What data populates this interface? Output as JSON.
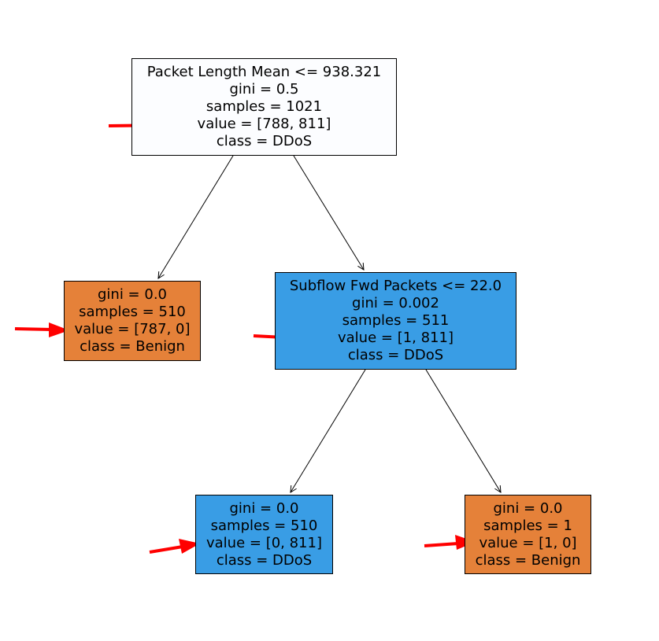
{
  "colors": {
    "root_fill": "#fcfdff",
    "benign_fill": "#e58139",
    "ddos_fill": "#399de5",
    "edge": "#000000",
    "arrow_annotation": "#ff0000"
  },
  "tree": {
    "root": {
      "split": "Packet Length Mean <= 938.321",
      "gini": "gini = 0.5",
      "samples": "samples = 1021",
      "value": "value = [788, 811]",
      "class": "class = DDoS"
    },
    "left_leaf": {
      "gini": "gini = 0.0",
      "samples": "samples = 510",
      "value": "value = [787, 0]",
      "class": "class = Benign"
    },
    "right_split": {
      "split": "Subflow Fwd Packets <= 22.0",
      "gini": "gini = 0.002",
      "samples": "samples = 511",
      "value": "value = [1, 811]",
      "class": "class = DDoS"
    },
    "right_left_leaf": {
      "gini": "gini = 0.0",
      "samples": "samples = 510",
      "value": "value = [0, 811]",
      "class": "class = DDoS"
    },
    "right_right_leaf": {
      "gini": "gini = 0.0",
      "samples": "samples = 1",
      "value": "value = [1, 0]",
      "class": "class = Benign"
    }
  }
}
